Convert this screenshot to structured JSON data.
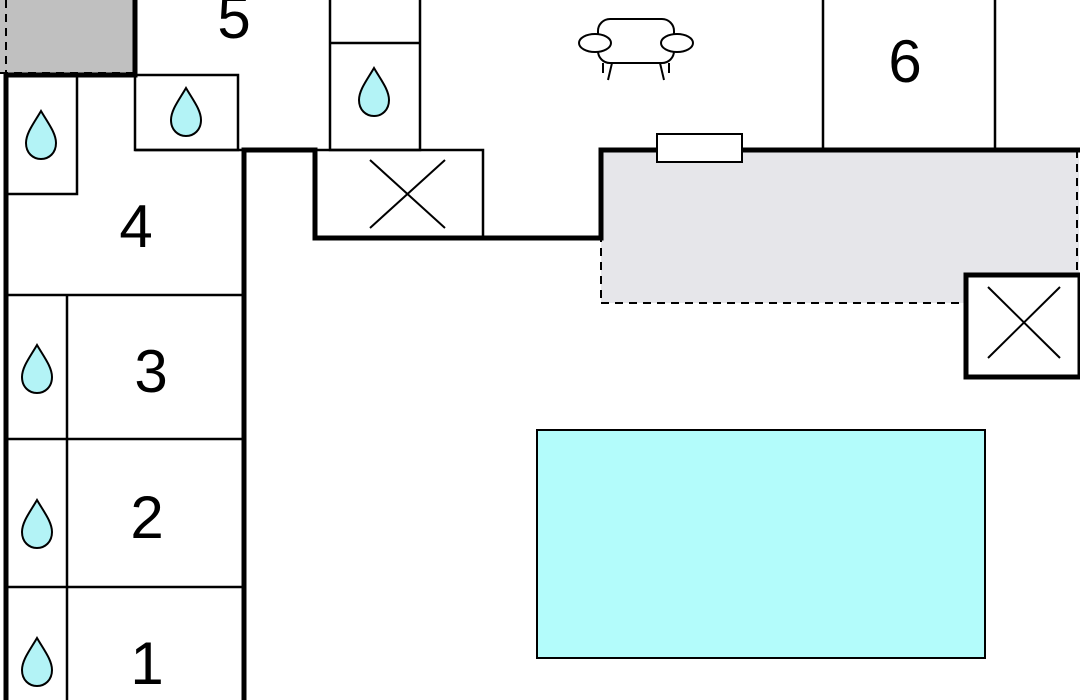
{
  "rooms": {
    "room_1": "1",
    "room_2": "2",
    "room_3": "3",
    "room_4": "4",
    "room_5": "5",
    "room_6": "6"
  },
  "colors": {
    "wall": "#000000",
    "background": "#ffffff",
    "pool": "#b3fcfb",
    "water_drop": "#b3f3f6",
    "terrace": "#e6e6ea",
    "grey_block": "#c0c0c0"
  },
  "icons": [
    "water-drop-icon",
    "armchair-icon",
    "stairs-icon",
    "window-icon",
    "pool"
  ]
}
